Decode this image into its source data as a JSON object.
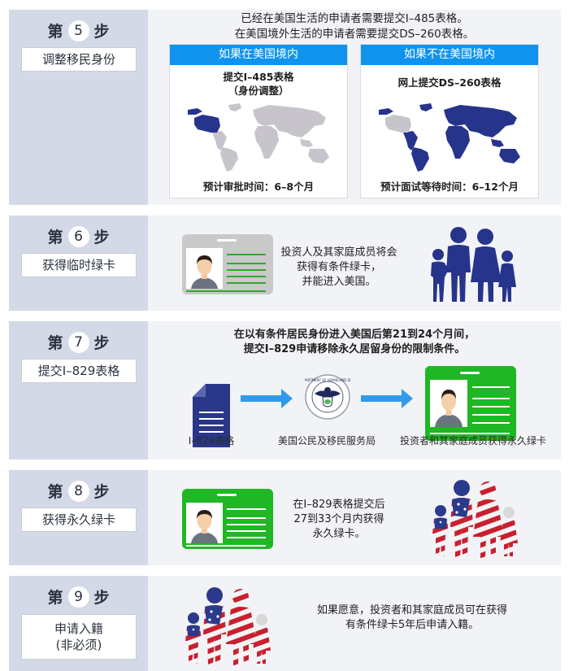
{
  "colors": {
    "left_column_bg": "#d3d9e6",
    "content_bg": "#f2f3f7",
    "panel_header_blue": "#0f93ec",
    "navy": "#27348b",
    "map_gray": "#c8c4cc",
    "card_gray": "#c9c9c9",
    "card_green": "#1fb723",
    "arrow_blue": "#2f9bea"
  },
  "step_word_prefix": "第",
  "step_word_suffix": "步",
  "steps": [
    {
      "number": "5",
      "title": "调整移民身份",
      "intro_lines": [
        "已经在美国生活的申请者需要提交I–485表格。",
        "在美国境外生活的申请者需要提交DS–260表格。"
      ],
      "panels": [
        {
          "header": "如果在美国境内",
          "subtitle_lines": [
            "提交I–485表格",
            "（身份调整）"
          ],
          "map_icon": "world-map-us-highlighted-icon",
          "footer": "预计审批时间：6–8个月"
        },
        {
          "header": "如果不在美国境内",
          "subtitle_lines": [
            "网上提交DS–260表格"
          ],
          "map_icon": "world-map-non-us-highlighted-icon",
          "footer": "预计面试等待时间：6–12个月"
        }
      ]
    },
    {
      "number": "6",
      "title": "获得临时绿卡",
      "card_icon": "temporary-id-card-icon",
      "text_lines": [
        "投资人及其家庭成员将会",
        "获得有条件绿卡，",
        "并能进入美国。"
      ],
      "family_icon": "family-silhouette-icon"
    },
    {
      "number": "7",
      "title": "提交I–829表格",
      "intro_lines": [
        "在以有条件居民身份进入美国后第21到24个月间，",
        "提交I–829申请移除永久居留身份的限制条件。"
      ],
      "flow": [
        {
          "icon": "document-icon",
          "label": "I–829表格"
        },
        {
          "icon": "dhs-seal-icon",
          "label": "美国公民及移民服务局"
        },
        {
          "icon": "green-card-icon",
          "label": "投资者和其家庭成员获得永久绿卡"
        }
      ],
      "seal_text": "U.S. DEPARTMENT OF HOMELAND SECURITY"
    },
    {
      "number": "8",
      "title": "获得永久绿卡",
      "card_icon": "green-card-icon",
      "text_lines": [
        "在I–829表格提交后",
        "27到33个月内获得",
        "永久绿卡。"
      ],
      "family_icon": "american-flag-family-icon"
    },
    {
      "number": "9",
      "title_lines": [
        "申请入籍",
        "(非必须)"
      ],
      "family_icon": "american-flag-family-icon",
      "text_lines": [
        "如果愿意，投资者和其家庭成员可在获得",
        "有条件绿卡5年后申请入籍。"
      ]
    }
  ]
}
